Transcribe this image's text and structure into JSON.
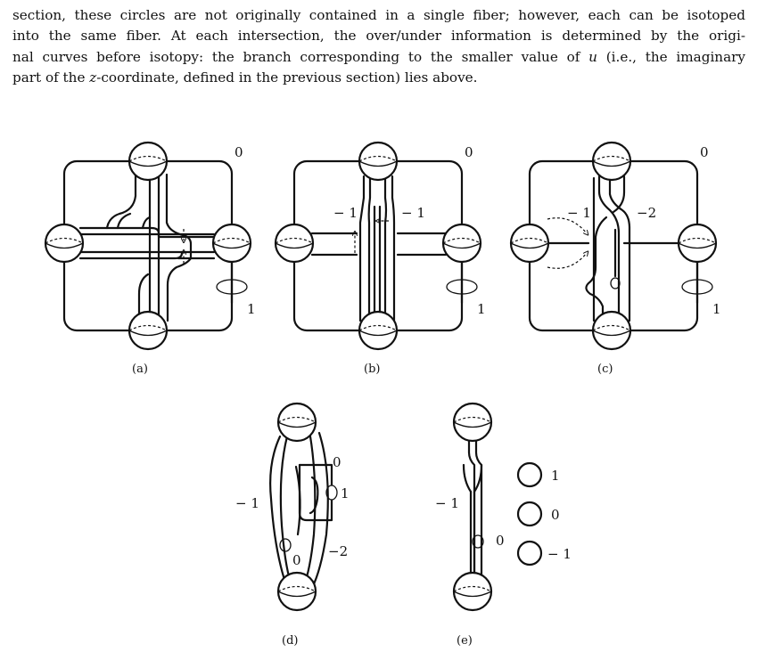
{
  "paragraph": {
    "line1": "section, these circles are not originally contained in a single fiber; however, each can be isotoped",
    "line2": "into the same fiber. At each intersection, the over/under information is determined by the origi-",
    "line3_pre": "nal curves before isotopy: the branch corresponding to the smaller value of ",
    "line3_var": "u",
    "line3_post": " (i.e., the imaginary",
    "line4_pre": "part of the ",
    "line4_var": "z",
    "line4_post": "-coordinate, defined in the previous section) lies above."
  },
  "panels": {
    "a": {
      "caption": "(a)",
      "labels": [
        "0",
        "1"
      ]
    },
    "b": {
      "caption": "(b)",
      "labels": [
        "0",
        "− 1",
        "− 1",
        "1"
      ]
    },
    "c": {
      "caption": "(c)",
      "labels": [
        "0",
        "− 1",
        "−2",
        "1"
      ]
    },
    "d": {
      "caption": "(d)",
      "labels": [
        "0",
        "1",
        "− 1",
        "0",
        "−2"
      ]
    },
    "e": {
      "caption": "(e)",
      "labels": [
        "− 1",
        "0"
      ]
    }
  },
  "circles_legend": [
    "1",
    "0",
    "− 1"
  ]
}
